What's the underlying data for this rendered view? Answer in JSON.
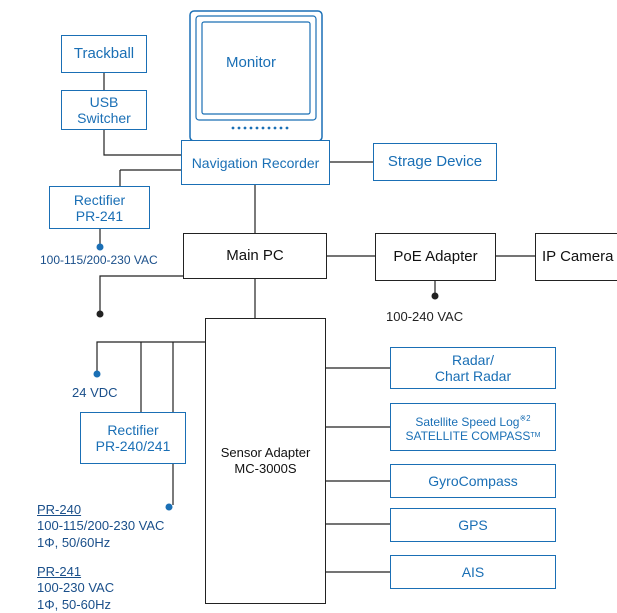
{
  "boxes": {
    "trackball": "Trackball",
    "usb_switcher_1": "USB",
    "usb_switcher_2": "Switcher",
    "monitor": "Monitor",
    "navigation_recorder": "Navigation Recorder",
    "storage_device": "Strage Device",
    "rectifier_top_1": "Rectifier",
    "rectifier_top_2": "PR-241",
    "main_pc": "Main PC",
    "poe_adapter": "PoE Adapter",
    "ip_camera": "IP Camera",
    "radar_1": "Radar/",
    "radar_2": "Chart Radar",
    "speed_log_1": "Satellite Speed Log",
    "speed_log_note": "※2",
    "speed_log_2": "SATELLITE COMPASS",
    "speed_log_tm": "TM",
    "gyrocompass": "GyroCompass",
    "gps": "GPS",
    "ais": "AIS",
    "rectifier_mid_1": "Rectifier",
    "rectifier_mid_2": "PR-240/241",
    "sensor_adapter_1": "Sensor Adapter",
    "sensor_adapter_2": "MC-3000S"
  },
  "labels": {
    "vac_top": "100-115/200-230 VAC",
    "vac_poe": "100-240 VAC",
    "vdc": "24 VDC",
    "pr240_title": "PR-240",
    "pr240_line1": "100-115/200-230 VAC",
    "pr240_line2": "1Φ, 50/60Hz",
    "pr241_title": "PR-241",
    "pr241_line1": "100-230 VAC",
    "pr241_line2": "1Φ, 50-60Hz"
  },
  "colors": {
    "accent": "#1a6fb5",
    "line": "#222222",
    "label": "#1a4f8a"
  }
}
